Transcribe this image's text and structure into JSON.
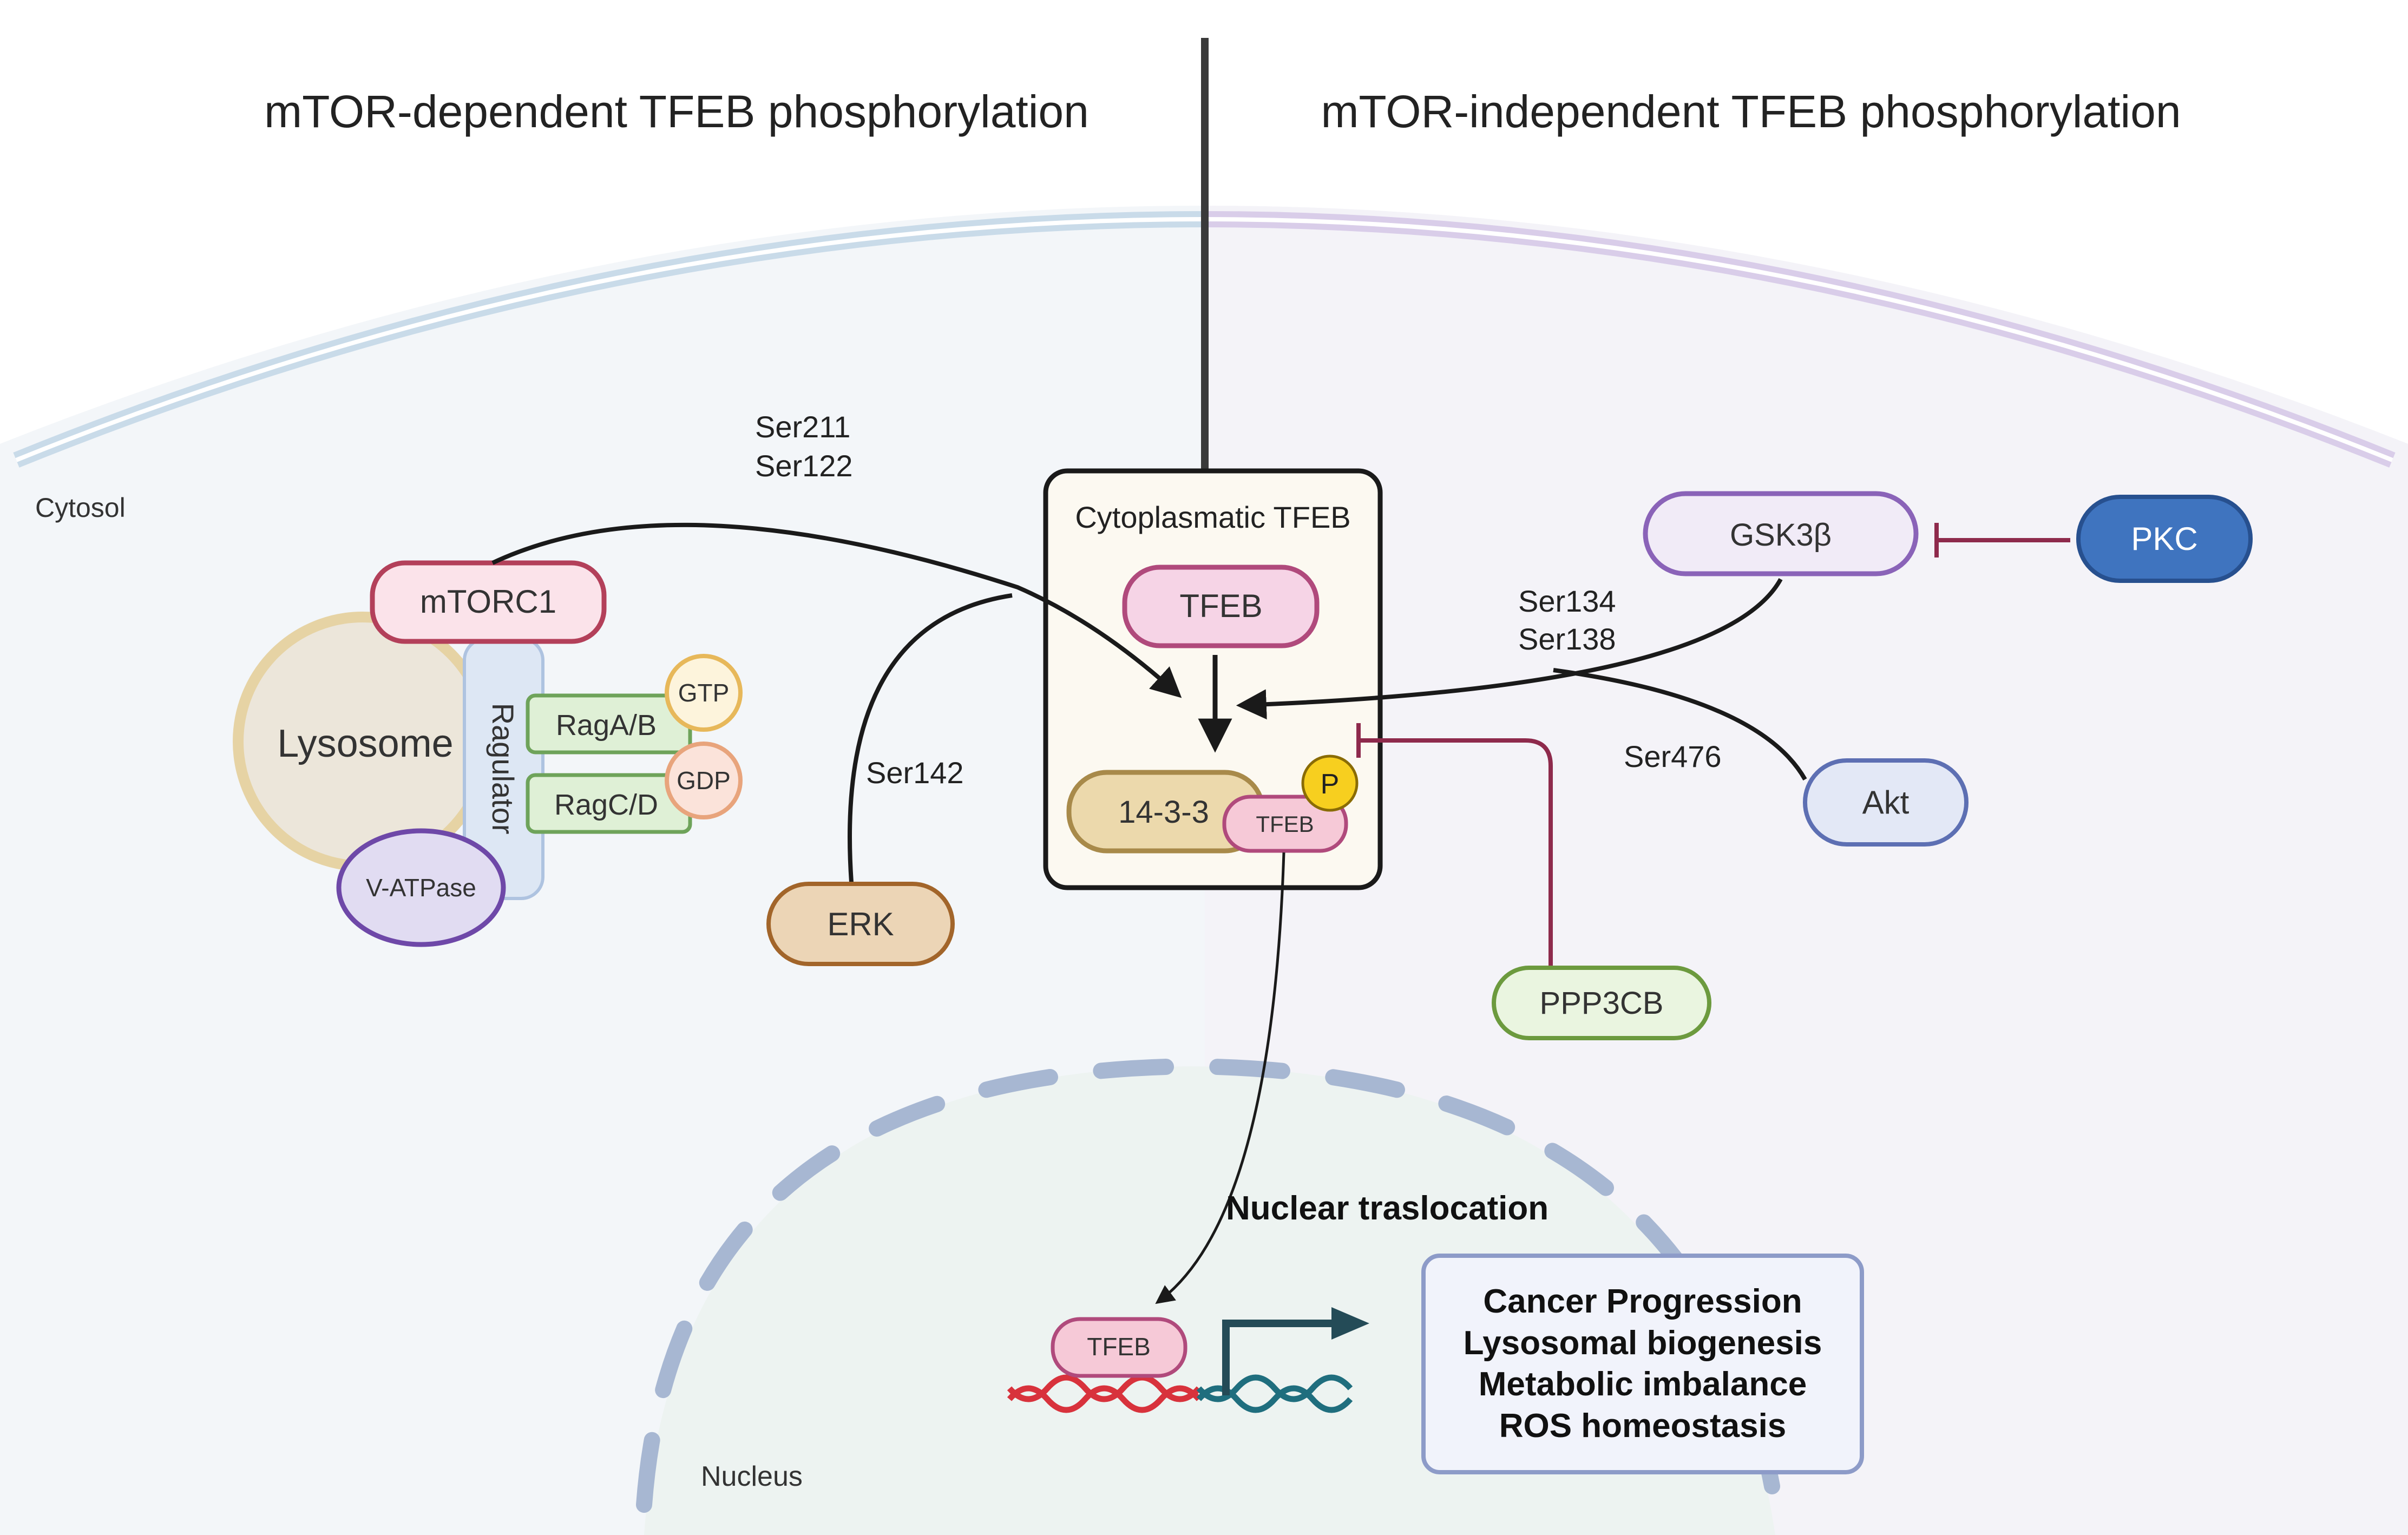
{
  "titles": {
    "left": "mTOR-dependent TFEB phosphorylation",
    "right": "mTOR-independent TFEB phosphorylation"
  },
  "compartments": {
    "cytosol": "Cytosol",
    "nucleus": "Nucleus"
  },
  "lysosome": {
    "label": "Lysosome",
    "ragulator": "Ragulator",
    "rag_ab": "RagA/B",
    "rag_cd": "RagC/D",
    "gtp": "GTP",
    "gdp": "GDP",
    "v_atpase": "V-ATPase"
  },
  "nodes": {
    "mtorc1": "mTORC1",
    "erk": "ERK",
    "gsk3b": "GSK3β",
    "pkc": "PKC",
    "akt": "Akt",
    "ppp3cb": "PPP3CB"
  },
  "cyto_box": {
    "title": "Cytoplasmatic TFEB",
    "tfeb": "TFEB",
    "p14_3_3": "14-3-3",
    "tfeb_small": "TFEB",
    "phospho": "P"
  },
  "sites": {
    "mtorc1_line1": "Ser211",
    "mtorc1_line2": "Ser122",
    "erk": "Ser142",
    "gsk3b_line1": "Ser134",
    "gsk3b_line2": "Ser138",
    "akt": "Ser476"
  },
  "nuclear": {
    "translocation": "Nuclear traslocation",
    "tfeb": "TFEB"
  },
  "outcomes": [
    "Cancer Progression",
    "Lysosomal biogenesis",
    "Metabolic imbalance",
    "ROS homeostasis"
  ],
  "colors": {
    "membrane_left": "#c9dbe9",
    "membrane_right": "#d9cde9",
    "inhibition": "#8e2a4c",
    "dna_red": "#d8323c",
    "dna_teal": "#1f6e7e",
    "pkc_fill": "#3f74bf"
  }
}
